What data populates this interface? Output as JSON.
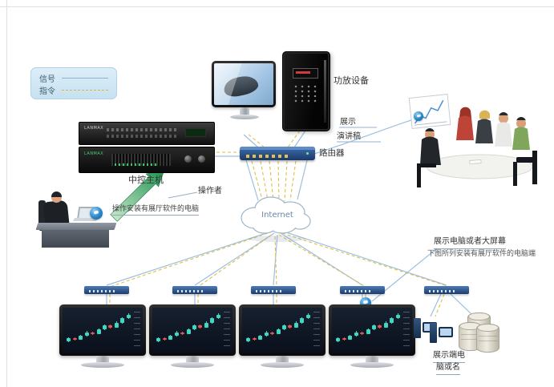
{
  "legend": {
    "signal": "信号",
    "command": "指令"
  },
  "labels": {
    "control_host": "中控主机",
    "amp_device": "功放设备",
    "router": "路由器",
    "display": "展示",
    "speech": "演讲稿",
    "internet": "Internet",
    "operator_title": "操作者",
    "operator_desc": "操作安装有展厅软件的电脑",
    "display_line1": "展示电脑或者大屏幕",
    "display_line2": "下图所列安装有展厅软件的电脑端",
    "terminal_line1": "展示端电",
    "terminal_line2": "脑或名"
  },
  "devices": {
    "rack_brand": "LANMAX"
  },
  "colors": {
    "signal_line": "#9cc0e0",
    "command_line": "#dfbe45",
    "device_blue": "#1c3c6c",
    "arrow_green": "#1f9150",
    "badge_blue": "#2a86c8"
  },
  "chart_data": {
    "type": "candlestick",
    "title": "",
    "up_color": "#3fd6c2",
    "down_color": "#e0554f",
    "candles": [
      {
        "o": 18,
        "c": 26,
        "h": 29,
        "l": 15,
        "d": "up"
      },
      {
        "o": 26,
        "c": 22,
        "h": 28,
        "l": 20,
        "d": "down"
      },
      {
        "o": 22,
        "c": 32,
        "h": 34,
        "l": 21,
        "d": "up"
      },
      {
        "o": 32,
        "c": 42,
        "h": 45,
        "l": 30,
        "d": "up"
      },
      {
        "o": 42,
        "c": 38,
        "h": 44,
        "l": 35,
        "d": "down"
      },
      {
        "o": 38,
        "c": 50,
        "h": 52,
        "l": 37,
        "d": "up"
      },
      {
        "o": 50,
        "c": 60,
        "h": 63,
        "l": 48,
        "d": "up"
      },
      {
        "o": 60,
        "c": 55,
        "h": 62,
        "l": 52,
        "d": "down"
      },
      {
        "o": 55,
        "c": 68,
        "h": 71,
        "l": 54,
        "d": "up"
      },
      {
        "o": 68,
        "c": 80,
        "h": 83,
        "l": 66,
        "d": "up"
      },
      {
        "o": 80,
        "c": 90,
        "h": 93,
        "l": 78,
        "d": "up"
      }
    ]
  }
}
